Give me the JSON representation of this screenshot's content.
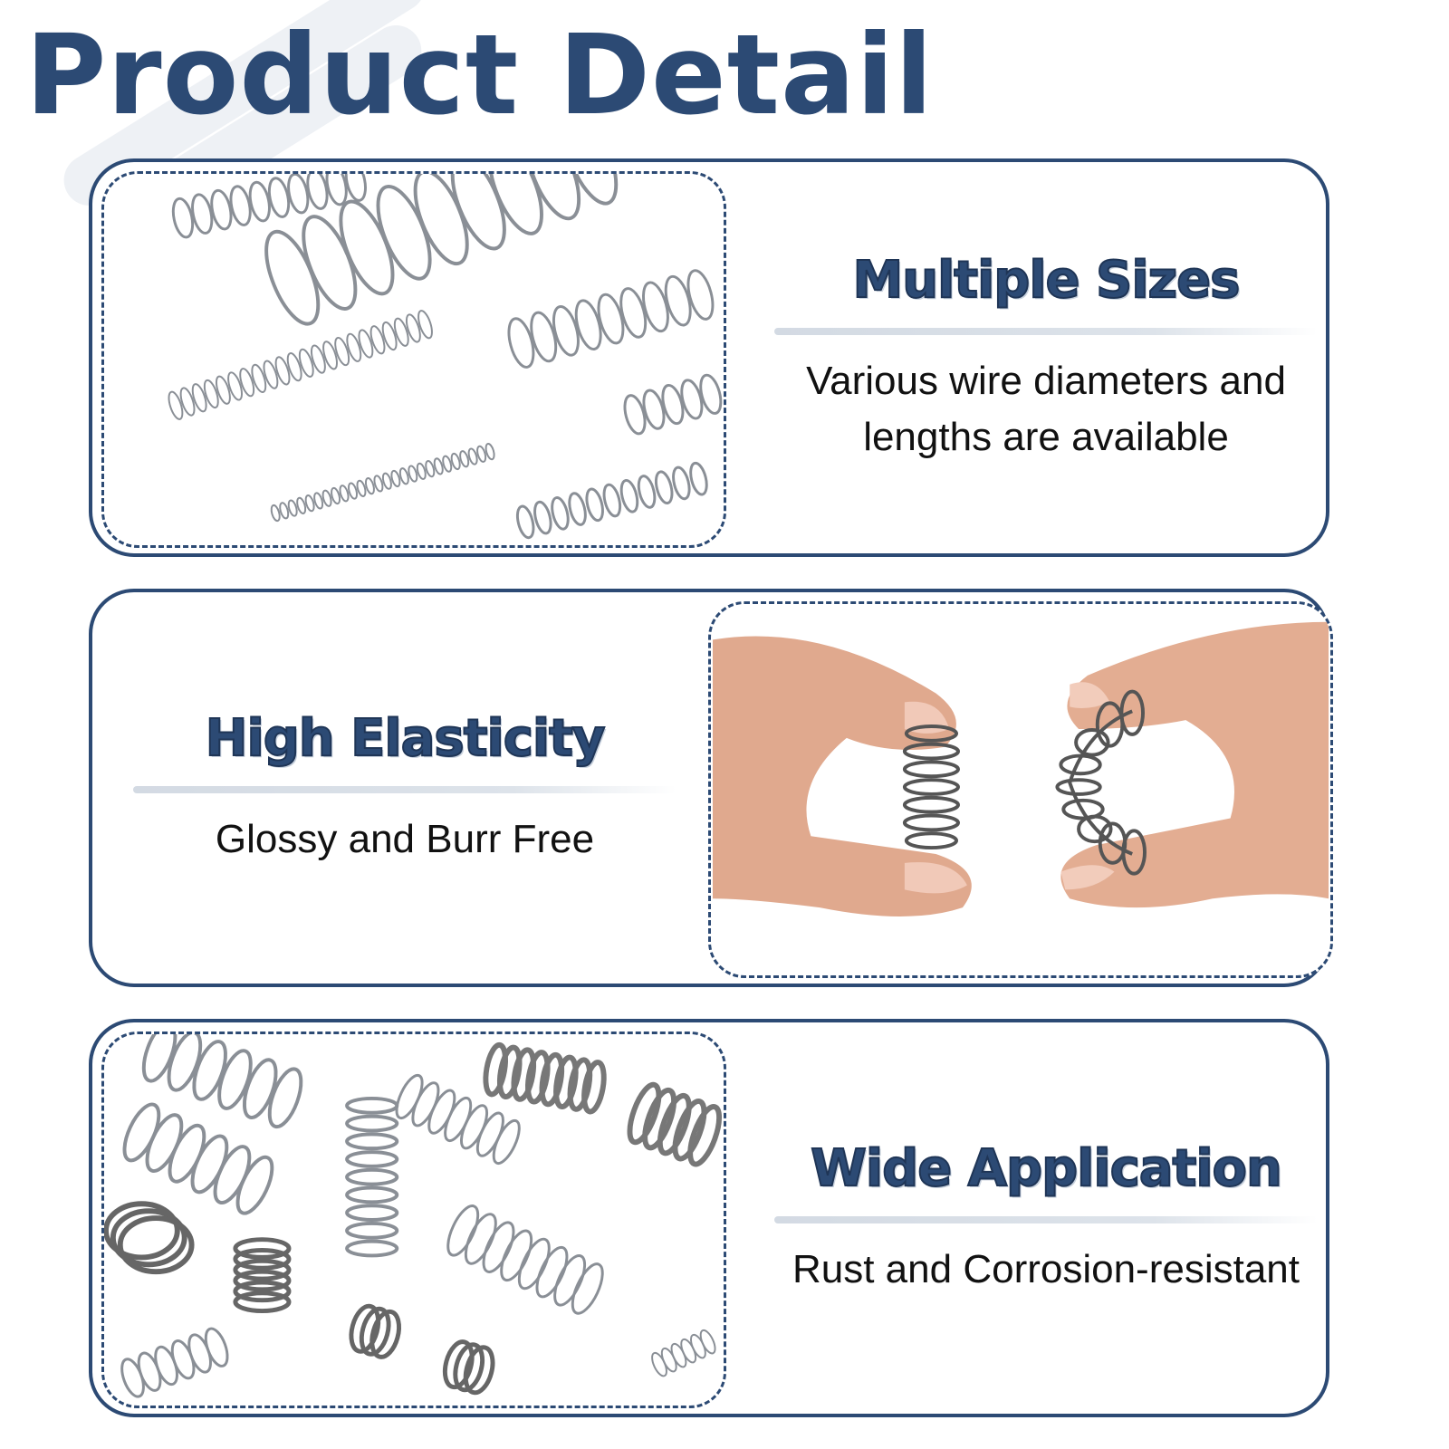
{
  "title": "Product Detail",
  "colors": {
    "brand": "#2c4a74",
    "text": "#111111",
    "rule": "#d3dae3"
  },
  "features": [
    {
      "heading": "Multiple Sizes",
      "description": "Various wire diameters and lengths are available",
      "image": "assorted-springs-photo"
    },
    {
      "heading": "High Elasticity",
      "description": "Glossy and Burr Free",
      "image": "hands-bending-spring-photo"
    },
    {
      "heading": "Wide Application",
      "description": "Rust and Corrosion-resistant",
      "image": "scattered-springs-photo"
    }
  ]
}
